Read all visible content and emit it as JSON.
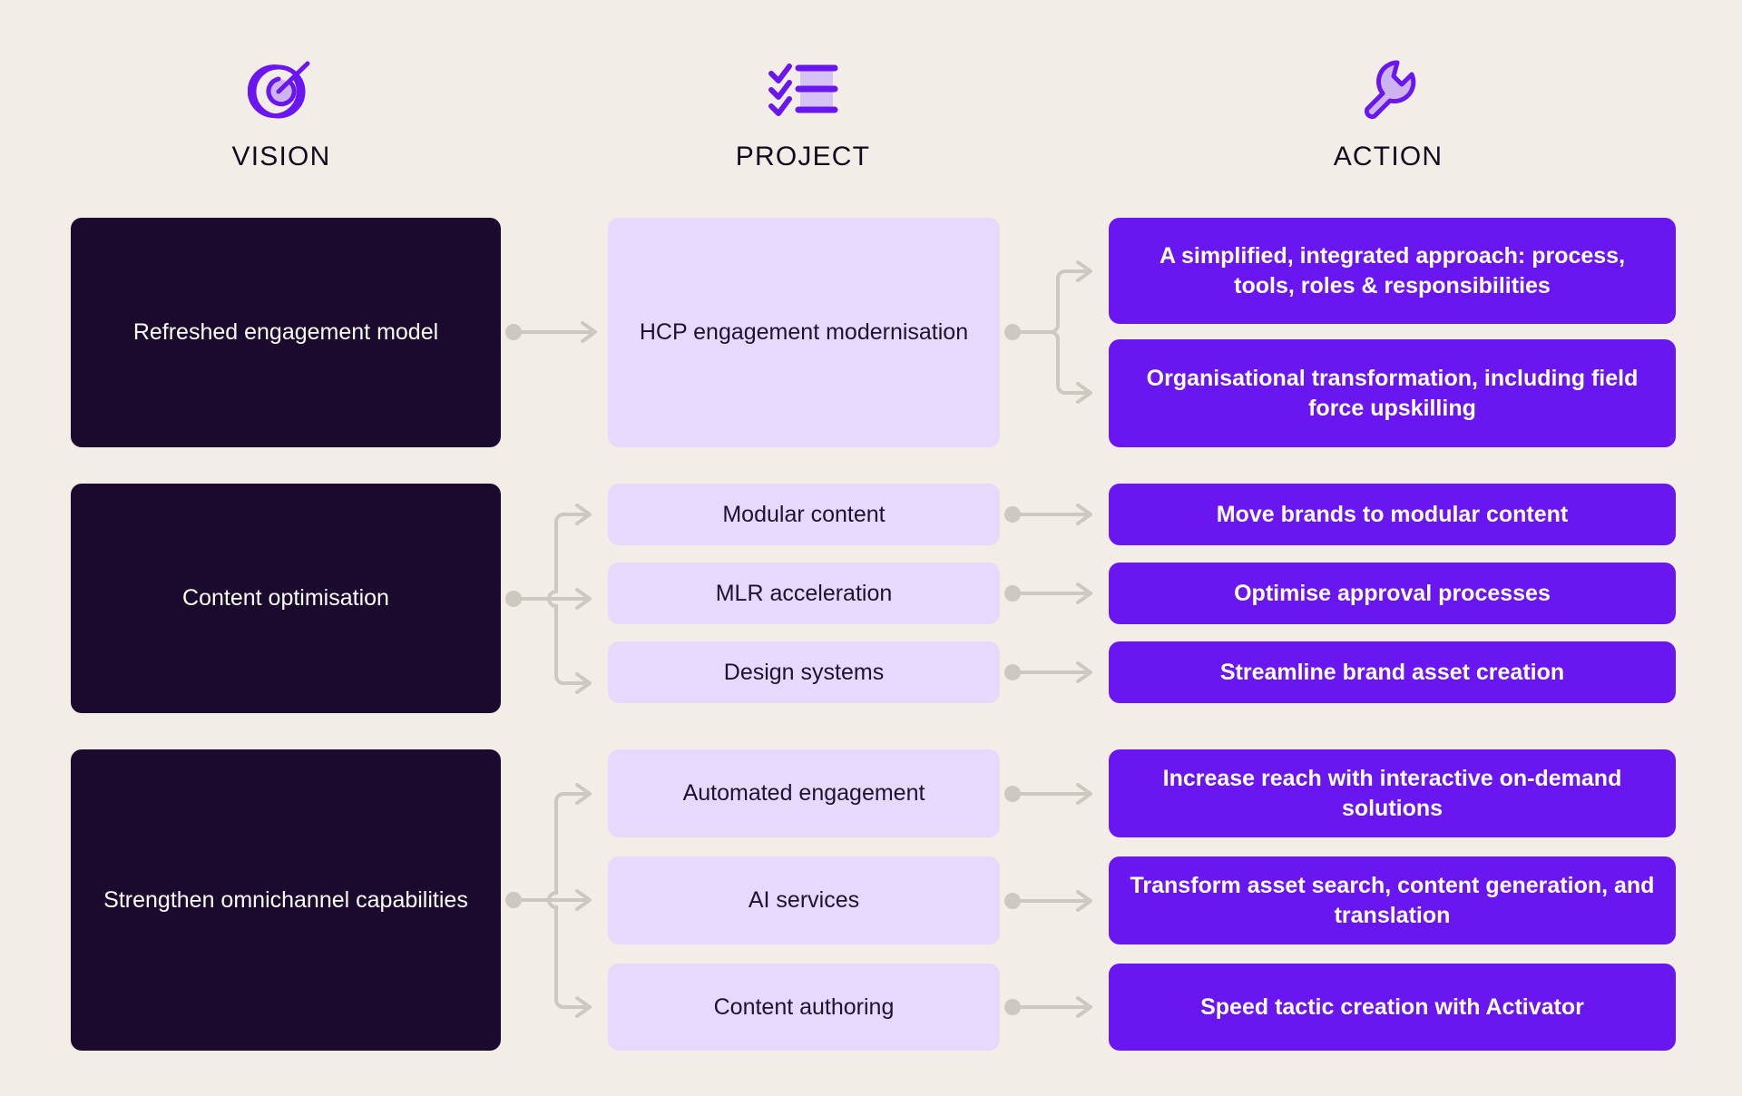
{
  "page": {
    "background_color": "#f2ede6",
    "vision_color": "#1a0a2e",
    "project_color": "#e7d9fd",
    "action_color": "#6a16f0",
    "connector_color": "#cdc8c0"
  },
  "columns": [
    {
      "label": "VISION",
      "icon": "target-icon"
    },
    {
      "label": "PROJECT",
      "icon": "checklist-icon"
    },
    {
      "label": "ACTION",
      "icon": "wrench-icon"
    }
  ],
  "vision": [
    {
      "label": "Refreshed engagement model"
    },
    {
      "label": "Content optimisation"
    },
    {
      "label": "Strengthen omnichannel capabilities"
    }
  ],
  "projects": [
    {
      "label": "HCP engagement modernisation"
    },
    {
      "label": "Modular content"
    },
    {
      "label": "MLR acceleration"
    },
    {
      "label": "Design systems"
    },
    {
      "label": "Automated engagement"
    },
    {
      "label": "AI services"
    },
    {
      "label": "Content authoring"
    }
  ],
  "actions": [
    {
      "label": "A simplified, integrated approach: process, tools, roles & responsibilities"
    },
    {
      "label": "Organisational transformation, including field force upskilling"
    },
    {
      "label": "Move brands to modular content"
    },
    {
      "label": "Optimise approval processes"
    },
    {
      "label": "Streamline brand asset creation"
    },
    {
      "label": "Increase reach with interactive on-demand solutions"
    },
    {
      "label": "Transform asset search, content generation, and translation"
    },
    {
      "label": "Speed tactic creation with Activator"
    }
  ]
}
